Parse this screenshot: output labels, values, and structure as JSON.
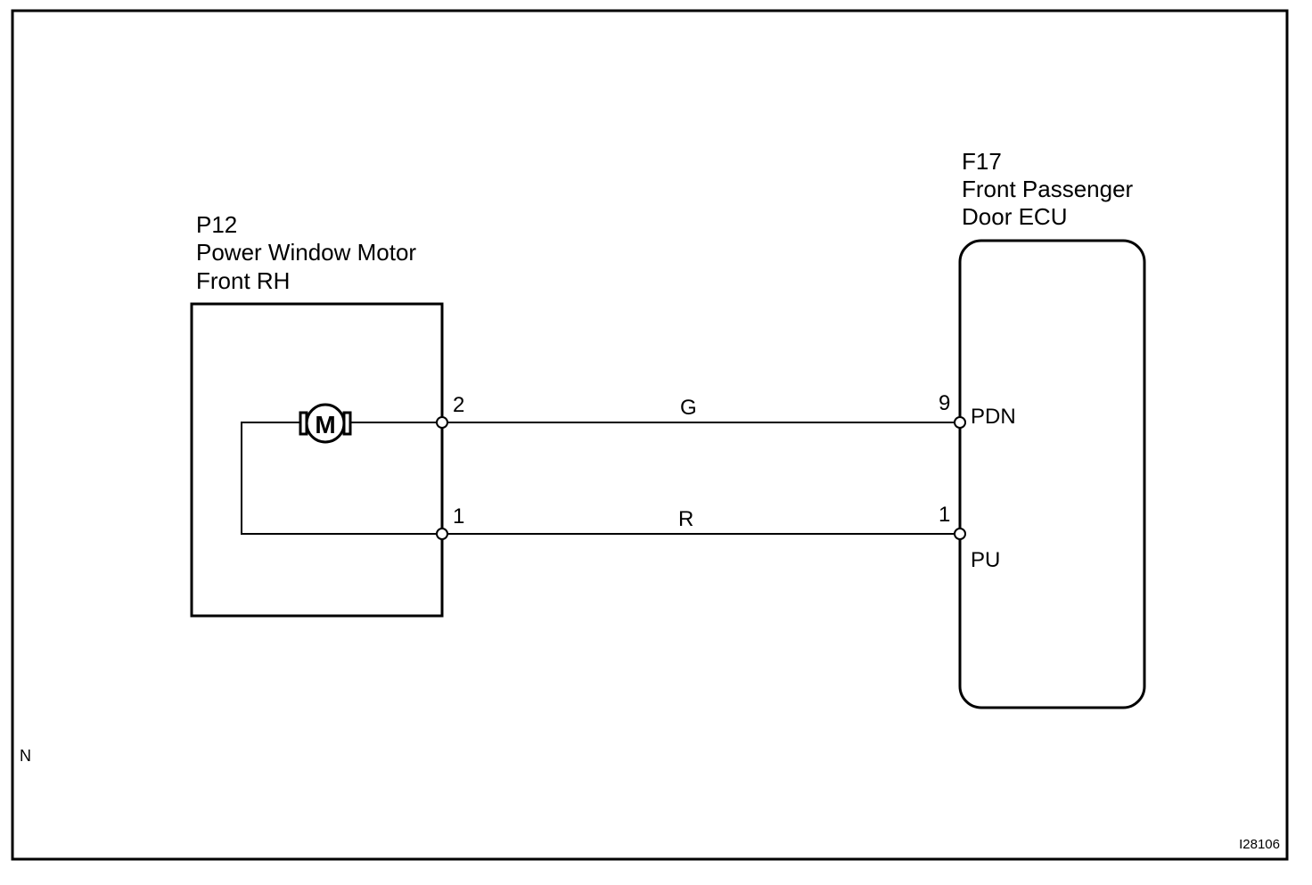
{
  "diagram": {
    "corner_mark": "N",
    "image_code": "I28106",
    "motor_component": {
      "code": "P12",
      "name_line1": "Power Window Motor",
      "name_line2": "Front RH",
      "motor_symbol": "M",
      "pins": {
        "top": "2",
        "bottom": "1"
      }
    },
    "ecu_component": {
      "code": "F17",
      "name_line1": "Front Passenger",
      "name_line2": "Door ECU",
      "pins": {
        "top": "9",
        "bottom": "1"
      },
      "terminals": {
        "top": "PDN",
        "bottom": "PU"
      }
    },
    "wires": {
      "top_color": "G",
      "bottom_color": "R"
    },
    "icons": {
      "motor": "motor-icon",
      "connector": "connector-pin-icon"
    }
  }
}
